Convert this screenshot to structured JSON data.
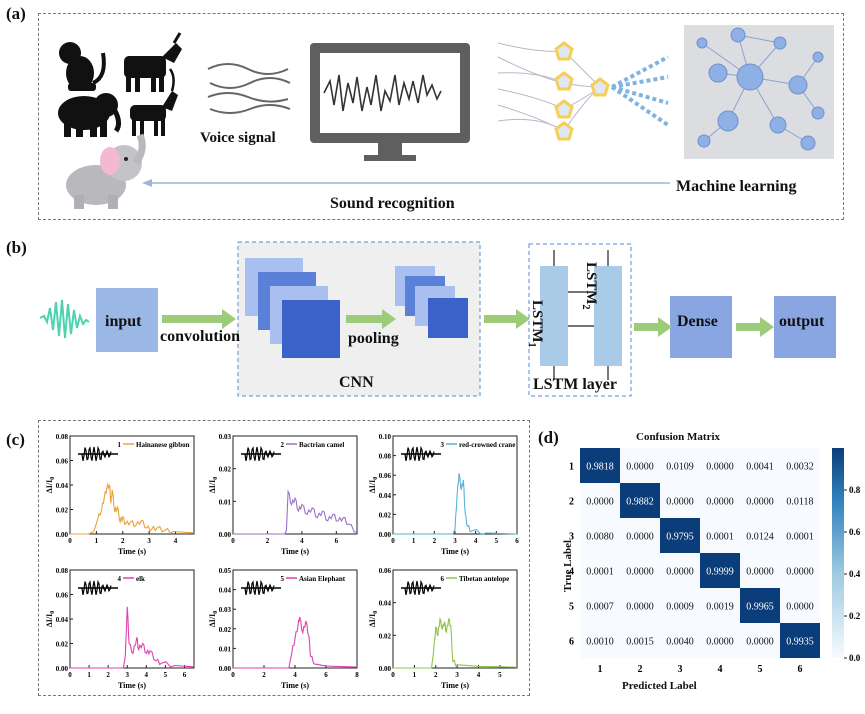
{
  "panels": {
    "a": "(a)",
    "b": "(b)",
    "c": "(c)",
    "d": "(d)"
  },
  "panel_a": {
    "voice_signal": "Voice signal",
    "machine_learning": "Machine learning",
    "sound_recognition": "Sound recognition"
  },
  "panel_b": {
    "input": "input",
    "convolution": "convolution",
    "pooling": "pooling",
    "cnn": "CNN",
    "lstm1": "LSTM",
    "lstm1_sub": "1",
    "lstm2": "LSTM",
    "lstm2_sub": "2",
    "lstm_layer": "LSTM layer",
    "dense": "Dense",
    "output": "output"
  },
  "panel_c": {
    "ylabel_main": "ΔI/I",
    "ylabel_sub": "0",
    "xlabel": "Time (s)",
    "plots": [
      {
        "num": "1",
        "name": "Hainanese gibbon",
        "color": "#e8a33c",
        "yticks": [
          "0.00",
          "0.02",
          "0.04",
          "0.06",
          "0.08"
        ],
        "xticks": [
          "0",
          "1",
          "2",
          "3",
          "4"
        ],
        "xmax": 4.7,
        "ymax": 0.08,
        "trace": [
          [
            0,
            0.0
          ],
          [
            0.7,
            0.0
          ],
          [
            0.9,
            0.002
          ],
          [
            1.05,
            0.012
          ],
          [
            1.2,
            0.02
          ],
          [
            1.3,
            0.03
          ],
          [
            1.4,
            0.038
          ],
          [
            1.5,
            0.04
          ],
          [
            1.55,
            0.025
          ],
          [
            1.6,
            0.036
          ],
          [
            1.7,
            0.018
          ],
          [
            1.8,
            0.022
          ],
          [
            1.9,
            0.01
          ],
          [
            2.0,
            0.014
          ],
          [
            2.1,
            0.008
          ],
          [
            2.3,
            0.01
          ],
          [
            2.5,
            0.007
          ],
          [
            2.7,
            0.011
          ],
          [
            2.9,
            0.005
          ],
          [
            3.1,
            0.004
          ],
          [
            3.3,
            0.005
          ],
          [
            3.6,
            0.003
          ],
          [
            3.9,
            0.002
          ],
          [
            4.7,
            0.001
          ]
        ]
      },
      {
        "num": "2",
        "name": "Bactrian camel",
        "color": "#9b72c8",
        "yticks": [
          "0.00",
          "0.01",
          "0.02",
          "0.03"
        ],
        "xticks": [
          "0",
          "2",
          "4",
          "6"
        ],
        "xmax": 7.2,
        "ymax": 0.03,
        "trace": [
          [
            0,
            0.0
          ],
          [
            3.0,
            0.0
          ],
          [
            3.1,
            0.001
          ],
          [
            3.2,
            0.013
          ],
          [
            3.4,
            0.009
          ],
          [
            3.6,
            0.011
          ],
          [
            3.8,
            0.007
          ],
          [
            4.0,
            0.009
          ],
          [
            4.3,
            0.006
          ],
          [
            4.6,
            0.008
          ],
          [
            4.9,
            0.005
          ],
          [
            5.2,
            0.007
          ],
          [
            5.5,
            0.004
          ],
          [
            5.8,
            0.006
          ],
          [
            6.1,
            0.004
          ],
          [
            6.4,
            0.005
          ],
          [
            6.7,
            0.003
          ],
          [
            7.2,
            0.0005
          ]
        ]
      },
      {
        "num": "3",
        "name": "red-crowned crane",
        "color": "#5ab2d9",
        "yticks": [
          "0.00",
          "0.02",
          "0.04",
          "0.06",
          "0.08",
          "0.10"
        ],
        "xticks": [
          "0",
          "1",
          "2",
          "3",
          "4",
          "5",
          "6"
        ],
        "xmax": 6.0,
        "ymax": 0.1,
        "trace": [
          [
            0,
            0.0
          ],
          [
            2.9,
            0.0
          ],
          [
            3.0,
            0.005
          ],
          [
            3.1,
            0.04
          ],
          [
            3.2,
            0.062
          ],
          [
            3.3,
            0.045
          ],
          [
            3.4,
            0.055
          ],
          [
            3.5,
            0.02
          ],
          [
            3.6,
            0.008
          ],
          [
            3.8,
            0.003
          ],
          [
            4.5,
            0.001
          ],
          [
            6.0,
            0.0
          ]
        ]
      },
      {
        "num": "4",
        "name": "elk",
        "color": "#e040b0",
        "yticks": [
          "0.00",
          "0.02",
          "0.04",
          "0.06",
          "0.08"
        ],
        "xticks": [
          "0",
          "1",
          "2",
          "3",
          "4",
          "5",
          "6"
        ],
        "xmax": 6.5,
        "ymax": 0.08,
        "trace": [
          [
            0,
            0.0
          ],
          [
            2.8,
            0.0
          ],
          [
            2.9,
            0.01
          ],
          [
            3.0,
            0.05
          ],
          [
            3.1,
            0.02
          ],
          [
            3.3,
            0.012
          ],
          [
            3.5,
            0.025
          ],
          [
            3.6,
            0.015
          ],
          [
            3.8,
            0.02
          ],
          [
            4.0,
            0.012
          ],
          [
            4.2,
            0.014
          ],
          [
            4.5,
            0.006
          ],
          [
            4.8,
            0.004
          ],
          [
            5.5,
            0.002
          ],
          [
            6.5,
            0.001
          ]
        ]
      },
      {
        "num": "5",
        "name": "Asian Elephant",
        "color": "#e040b0",
        "yticks": [
          "0.00",
          "0.01",
          "0.02",
          "0.03",
          "0.04",
          "0.05"
        ],
        "xticks": [
          "0",
          "2",
          "4",
          "6",
          "8"
        ],
        "xmax": 8.0,
        "ymax": 0.05,
        "trace": [
          [
            0,
            0.0
          ],
          [
            3.6,
            0.0
          ],
          [
            3.8,
            0.008
          ],
          [
            4.0,
            0.015
          ],
          [
            4.2,
            0.022
          ],
          [
            4.3,
            0.026
          ],
          [
            4.5,
            0.018
          ],
          [
            4.7,
            0.024
          ],
          [
            4.9,
            0.016
          ],
          [
            5.0,
            0.006
          ],
          [
            5.3,
            0.002
          ],
          [
            6.0,
            0.001
          ],
          [
            8.0,
            0.0005
          ]
        ]
      },
      {
        "num": "6",
        "name": "Tibetan antelope",
        "color": "#8fc44a",
        "yticks": [
          "0.00",
          "0.02",
          "0.04",
          "0.06"
        ],
        "xticks": [
          "0",
          "1",
          "2",
          "3",
          "4",
          "5"
        ],
        "xmax": 5.8,
        "ymax": 0.06,
        "trace": [
          [
            0,
            0.0
          ],
          [
            1.8,
            0.0
          ],
          [
            1.9,
            0.01
          ],
          [
            2.0,
            0.025
          ],
          [
            2.1,
            0.02
          ],
          [
            2.2,
            0.03
          ],
          [
            2.3,
            0.024
          ],
          [
            2.4,
            0.028
          ],
          [
            2.5,
            0.022
          ],
          [
            2.6,
            0.03
          ],
          [
            2.7,
            0.026
          ],
          [
            2.8,
            0.004
          ],
          [
            3.0,
            0.002
          ],
          [
            4.0,
            0.001
          ],
          [
            5.8,
            0.0005
          ]
        ]
      }
    ]
  },
  "panel_d": {
    "title": "Confusion Matrix",
    "ylabel": "True Label",
    "xlabel": "Predicted Label",
    "labels": [
      "1",
      "2",
      "3",
      "4",
      "5",
      "6"
    ],
    "colorbar_ticks": [
      "0.0",
      "0.2",
      "0.4",
      "0.6",
      "0.8"
    ],
    "matrix": [
      [
        "0.9818",
        "0.0000",
        "0.0109",
        "0.0000",
        "0.0041",
        "0.0032"
      ],
      [
        "0.0000",
        "0.9882",
        "0.0000",
        "0.0000",
        "0.0000",
        "0.0118"
      ],
      [
        "0.0080",
        "0.0000",
        "0.9795",
        "0.0001",
        "0.0124",
        "0.0001"
      ],
      [
        "0.0001",
        "0.0000",
        "0.0000",
        "0.9999",
        "0.0000",
        "0.0000"
      ],
      [
        "0.0007",
        "0.0000",
        "0.0009",
        "0.0019",
        "0.9965",
        "0.0000"
      ],
      [
        "0.0010",
        "0.0015",
        "0.0040",
        "0.0000",
        "0.0000",
        "0.9935"
      ]
    ]
  },
  "colors": {
    "dark_blue": "#0b3d7a",
    "box_blue": "#9bb7e6",
    "lstm_blue": "#a9cbe8",
    "arrow_green": "#9ccc7a",
    "conv_blue": "#3a62c9"
  }
}
